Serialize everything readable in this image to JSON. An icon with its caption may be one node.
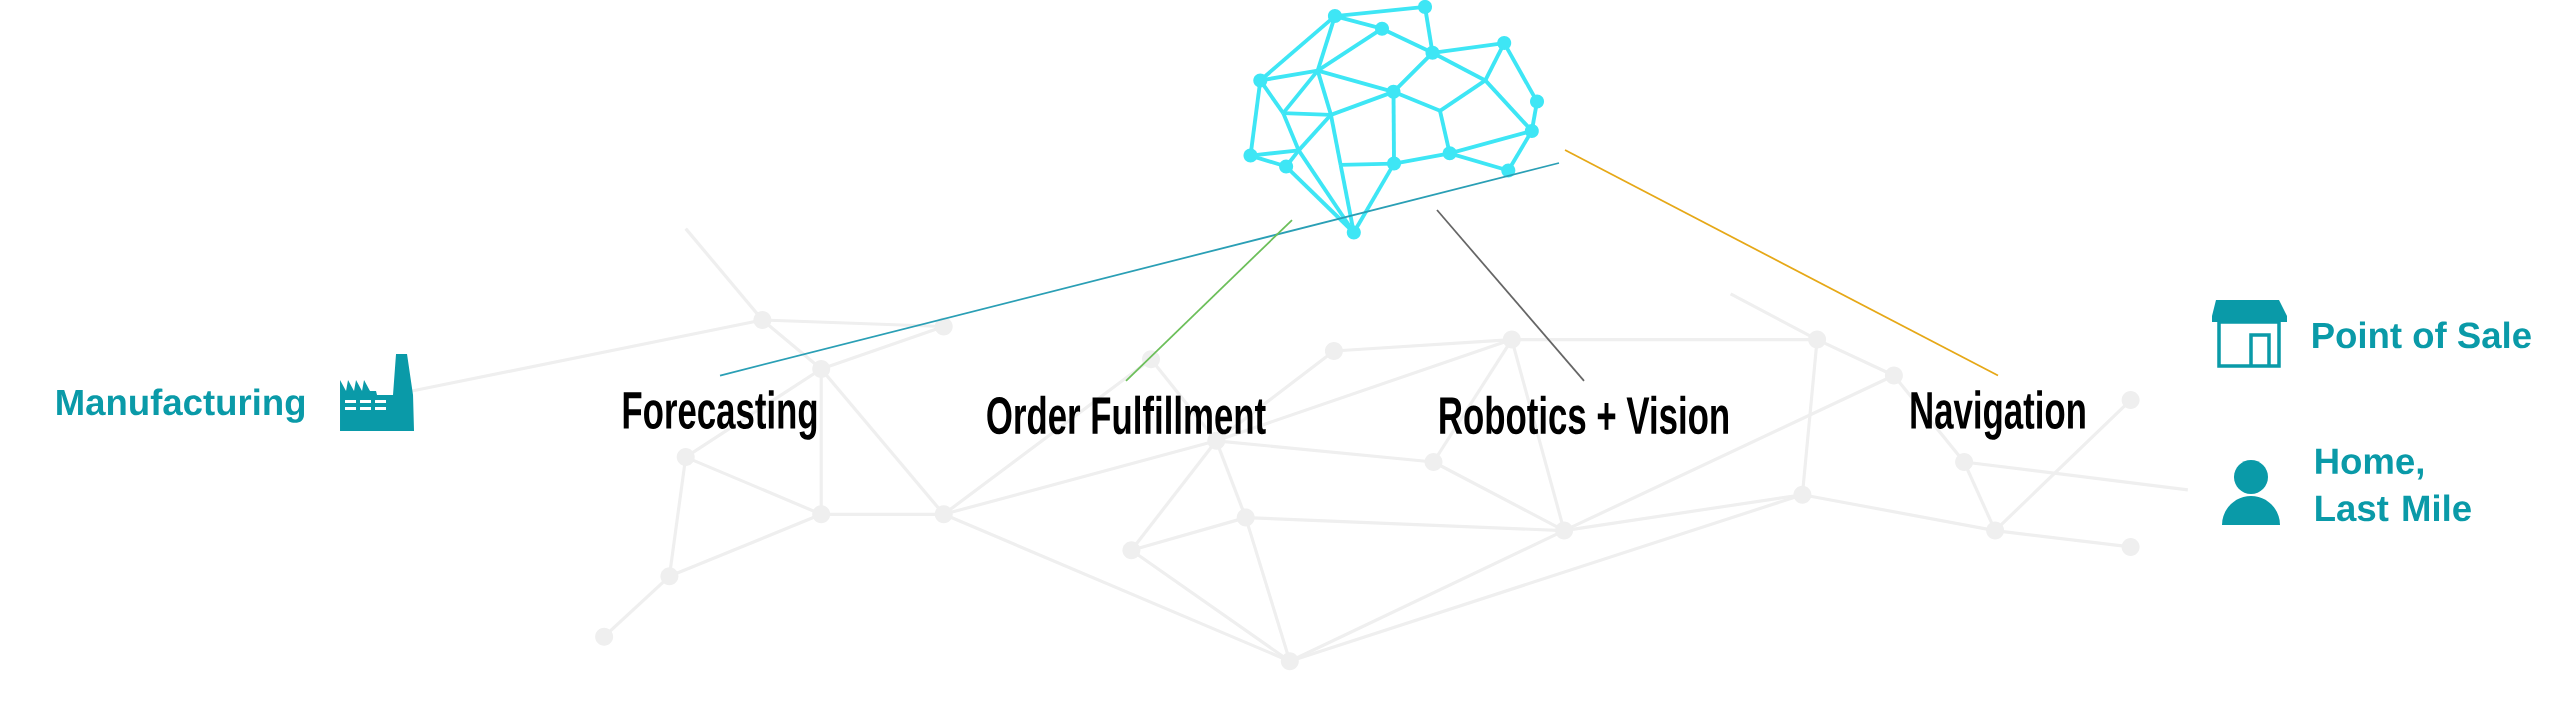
{
  "diagram": {
    "nodes": [
      {
        "text": [],
        "shape": "picture"
      },
      {
        "text": [
          "Forecasting"
        ]
      },
      {
        "text": [
          "Order Fulfillment"
        ]
      },
      {
        "text": [
          "Robotics + Vision"
        ]
      },
      {
        "text": [
          "Navigation"
        ]
      }
    ],
    "edges": [
      {
        "from": 0,
        "to": 1,
        "arrow": "none",
        "color": "#2a9fb5"
      },
      {
        "from": 0,
        "to": 2,
        "arrow": "none",
        "color": "#6cbf5a"
      },
      {
        "from": 0,
        "to": 3,
        "arrow": "none",
        "color": "#666666"
      },
      {
        "from": 0,
        "to": 4,
        "arrow": "none",
        "color": "#e6a817"
      }
    ],
    "labels": [
      "Manufacturing",
      "Point of Sale",
      "Home, Last Mile"
    ]
  }
}
